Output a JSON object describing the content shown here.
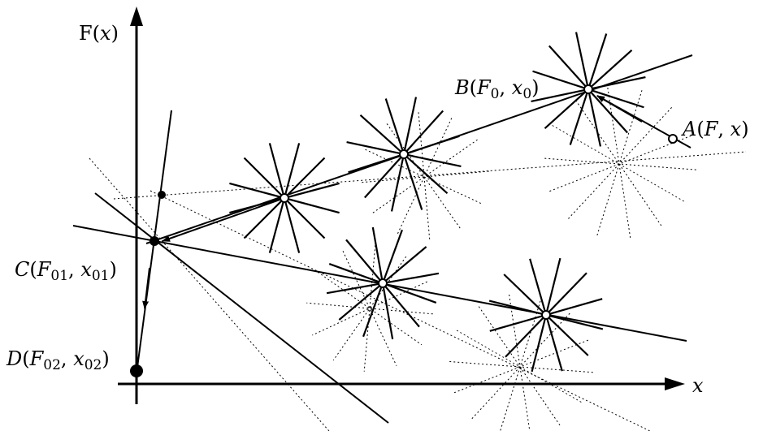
{
  "axes": {
    "y_var": "F",
    "y_arg": "x",
    "x_label": "x"
  },
  "points": {
    "A": {
      "name": "A",
      "F": "F",
      "x": "x"
    },
    "B": {
      "name": "B",
      "F": "F",
      "F_sub": "0",
      "x": "x",
      "x_sub": "0"
    },
    "C": {
      "name": "C",
      "F": "F",
      "F_sub": "01",
      "x": "x",
      "x_sub": "01"
    },
    "D": {
      "name": "D",
      "F": "F",
      "F_sub": "02",
      "x": "x",
      "x_sub": "02"
    }
  },
  "colors": {
    "ink": "#000000",
    "background": "#ffffff"
  }
}
